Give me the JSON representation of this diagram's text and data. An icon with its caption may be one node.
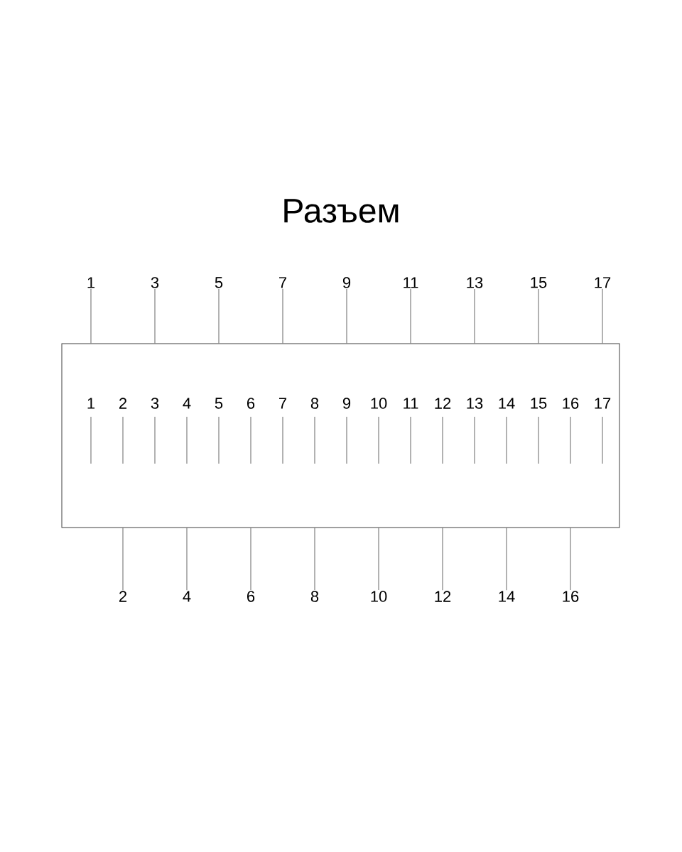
{
  "diagram": {
    "title": "Разъем",
    "nodes": [
      {
        "text": [],
        "shape": "box"
      },
      {
        "text": [
          "1"
        ]
      },
      {
        "text": [
          "3"
        ]
      },
      {
        "text": [
          "5"
        ]
      },
      {
        "text": [
          "7"
        ]
      },
      {
        "text": [
          "9"
        ]
      },
      {
        "text": [
          "11"
        ]
      },
      {
        "text": [
          "13"
        ]
      },
      {
        "text": [
          "15"
        ]
      },
      {
        "text": [
          "17"
        ]
      },
      {
        "text": [
          "2"
        ]
      },
      {
        "text": [
          "4"
        ]
      },
      {
        "text": [
          "6"
        ]
      },
      {
        "text": [
          "8"
        ]
      },
      {
        "text": [
          "10"
        ]
      },
      {
        "text": [
          "12"
        ]
      },
      {
        "text": [
          "14"
        ]
      },
      {
        "text": [
          "16"
        ]
      }
    ],
    "edges": [
      {
        "from": 1,
        "to": 0,
        "arrow": "none"
      },
      {
        "from": 2,
        "to": 0,
        "arrow": "none"
      },
      {
        "from": 3,
        "to": 0,
        "arrow": "none"
      },
      {
        "from": 4,
        "to": 0,
        "arrow": "none"
      },
      {
        "from": 5,
        "to": 0,
        "arrow": "none"
      },
      {
        "from": 6,
        "to": 0,
        "arrow": "none"
      },
      {
        "from": 7,
        "to": 0,
        "arrow": "none"
      },
      {
        "from": 8,
        "to": 0,
        "arrow": "none"
      },
      {
        "from": 9,
        "to": 0,
        "arrow": "none"
      },
      {
        "from": 10,
        "to": 0,
        "arrow": "none"
      },
      {
        "from": 11,
        "to": 0,
        "arrow": "none"
      },
      {
        "from": 12,
        "to": 0,
        "arrow": "none"
      },
      {
        "from": 13,
        "to": 0,
        "arrow": "none"
      },
      {
        "from": 14,
        "to": 0,
        "arrow": "none"
      },
      {
        "from": 15,
        "to": 0,
        "arrow": "none"
      },
      {
        "from": 16,
        "to": 0,
        "arrow": "none"
      },
      {
        "from": 17,
        "to": 0,
        "arrow": "none"
      }
    ],
    "labels": [
      "1",
      "2",
      "3",
      "4",
      "5",
      "6",
      "7",
      "8",
      "9",
      "10",
      "11",
      "12",
      "13",
      "14",
      "15",
      "16",
      "17"
    ]
  }
}
